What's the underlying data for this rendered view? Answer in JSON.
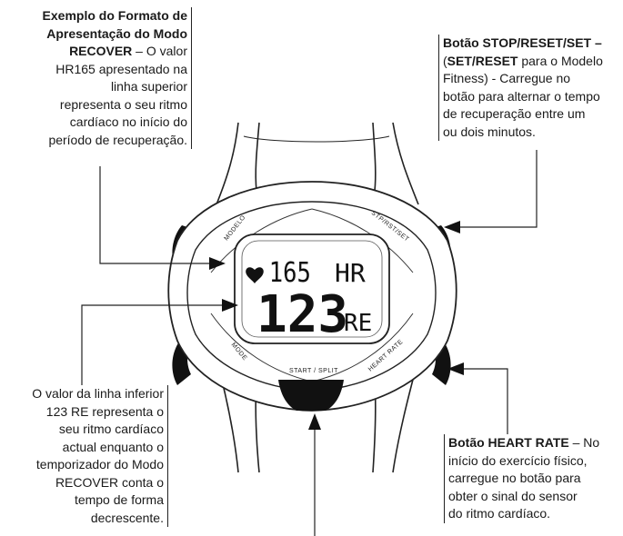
{
  "callouts": {
    "top_left": {
      "lines": [
        {
          "bold": "Exemplo do Formato de",
          "rest": ""
        },
        {
          "bold": "Apresentação do Modo",
          "rest": ""
        },
        {
          "bold": "RECOVER",
          "rest": " – O valor"
        },
        {
          "bold": "",
          "rest": "HR165 apresentado na"
        },
        {
          "bold": "",
          "rest": "linha superior"
        },
        {
          "bold": "",
          "rest": "representa o seu ritmo"
        },
        {
          "bold": "",
          "rest": "cardíaco no início do"
        },
        {
          "bold": "",
          "rest": "período de recuperação."
        }
      ]
    },
    "top_right": {
      "lines": [
        {
          "bold": "Botão STOP/RESET/SET –",
          "rest": ""
        },
        {
          "pre": "(",
          "bold": "SET/RESET",
          "rest": " para o Modelo"
        },
        {
          "bold": "",
          "rest": "Fitness) - Carregue no"
        },
        {
          "bold": "",
          "rest": "botão para alternar o tempo"
        },
        {
          "bold": "",
          "rest": "de recuperação entre um"
        },
        {
          "bold": "",
          "rest": "ou dois minutos."
        }
      ]
    },
    "bottom_left": {
      "lines": [
        {
          "bold": "",
          "rest": "O valor da linha inferior"
        },
        {
          "bold": "",
          "rest": "123 RE representa o"
        },
        {
          "bold": "",
          "rest": "seu ritmo cardíaco"
        },
        {
          "bold": "",
          "rest": "actual enquanto o"
        },
        {
          "bold": "",
          "rest": "temporizador do Modo"
        },
        {
          "bold": "",
          "rest": "RECOVER conta o"
        },
        {
          "bold": "",
          "rest": "tempo de forma"
        },
        {
          "bold": "",
          "rest": "decrescente."
        }
      ]
    },
    "bottom_right": {
      "lines": [
        {
          "bold": "Botão HEART RATE",
          "rest": " – No"
        },
        {
          "bold": "",
          "rest": "início do exercício físico,"
        },
        {
          "bold": "",
          "rest": "carregue no botão para"
        },
        {
          "bold": "",
          "rest": "obter o sinal do sensor"
        },
        {
          "bold": "",
          "rest": "do ritmo cardíaco."
        }
      ]
    }
  },
  "watch": {
    "display_top_value": "165",
    "display_top_unit": "HR",
    "display_bottom_value": "123",
    "display_bottom_unit": "RE",
    "bezel_label_mode_top": "MODELO",
    "bezel_label_stop_reset_set": "STP/RST/SET",
    "bezel_label_mode": "MODE",
    "bezel_label_heart_rate": "HEART RATE",
    "bezel_label_start_split": "START / SPLIT",
    "heart_icon": "heart-icon"
  }
}
